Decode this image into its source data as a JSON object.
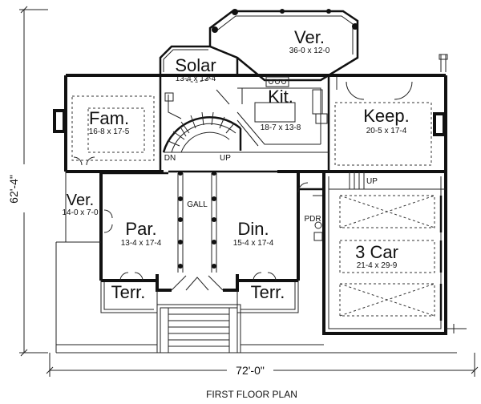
{
  "plan": {
    "caption": "FIRST FLOOR PLAN",
    "width_dim": "72'-0\"",
    "depth_dim": "62'-4\""
  },
  "rooms": {
    "veranda_top": {
      "name": "Ver.",
      "size": "36-0 x 12-0"
    },
    "solar": {
      "name": "Solar",
      "size": "13-4 x 13-4"
    },
    "kitchen": {
      "name": "Kit.",
      "size": "18-7 x 13-8"
    },
    "family": {
      "name": "Fam.",
      "size": "16-8 x 17-5"
    },
    "keeping": {
      "name": "Keep.",
      "size": "20-5 x 17-4"
    },
    "veranda_left": {
      "name": "Ver.",
      "size": "14-0 x 7-0"
    },
    "parlor": {
      "name": "Par.",
      "size": "13-4 x 17-4"
    },
    "dining": {
      "name": "Din.",
      "size": "15-4 x 17-4"
    },
    "garage": {
      "name": "3 Car",
      "size": "21-4 x 29-9"
    },
    "terrace_left": {
      "name": "Terr."
    },
    "terrace_right": {
      "name": "Terr."
    }
  },
  "labels": {
    "gallery": "GALL",
    "powder": "PDR",
    "stair_down": "DN",
    "stair_up": "UP",
    "garage_stair_up": "UP"
  }
}
